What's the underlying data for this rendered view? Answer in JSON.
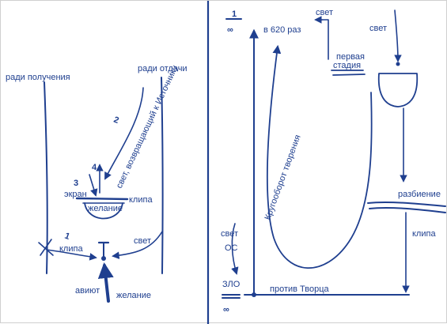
{
  "colors": {
    "ink": "#1f3f8f",
    "background": "#ffffff"
  },
  "left": {
    "radi_polucheniya": "ради получения",
    "radi_otdachi": "ради отдачи",
    "svet_vozvr": "свет, возвращающий к Источнику",
    "num_2": "2",
    "num_3": "3",
    "num_4": "4",
    "num_1": "1",
    "ekran": "экран",
    "klipa_top": "клипа",
    "zhelanie_bowl": "желание",
    "klipa_low": "клипа",
    "svet": "свет",
    "aviut": "авиют",
    "zhelanie": "желание"
  },
  "right": {
    "frac_num": "1",
    "frac_den": "∞",
    "v620": "в 620 раз",
    "svet_top": "свет",
    "svet_right": "свет",
    "pervaya_stadiya_1": "первая",
    "pervaya_stadiya_2": "стадия",
    "razbienie": "разбиение",
    "krugooborot": "Кругооборот творения",
    "klipa": "клипа",
    "svet_os_1": "свет",
    "svet_os_2": "ОС",
    "zlo": "ЗЛО",
    "zlo_frac": "∞",
    "protiv_tvortsa": "против Творца"
  }
}
